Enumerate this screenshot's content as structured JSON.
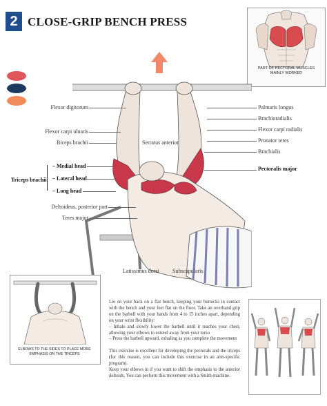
{
  "header": {
    "number": "2",
    "title": "CLOSE-GRIP BENCH PRESS"
  },
  "legend": {
    "colors": [
      "#e0555b",
      "#1c3a5c",
      "#f08c5a"
    ]
  },
  "thumbnail": {
    "caption_line1": "PART OF PECTORAL MUSCLES",
    "caption_line2": "MAINLY WORKED"
  },
  "labels_left": {
    "flexor_digitorum": "Flexor digitorum",
    "flexor_carpi_ulnaris": "Flexor carpi ulnaris",
    "biceps_brachii": "Biceps brachii",
    "triceps_brachii": "Triceps brachii",
    "medial_head": "Medial head",
    "lateral_head": "Lateral head",
    "long_head": "Long head",
    "deltoideus": "Deltoideus, posterior part",
    "teres_major": "Teres major"
  },
  "labels_center": {
    "serratus_anterior": "Serratus anterior",
    "latissimus_dorsi": "Latissimus dorsi",
    "subscapularis": "Subscapularis"
  },
  "labels_right": {
    "palmaris_longus": "Palmaris longus",
    "brachioradialis": "Brachioradialis",
    "flexor_carpi_radialis": "Flexor carpi radialis",
    "pronator_teres": "Pronator teres",
    "brachialis": "Brachialis",
    "pectoralis_major": "Pectoralis major"
  },
  "inset": {
    "caption_line1": "ELBOWS TO THE SIDES TO PLACE MORE",
    "caption_line2": "EMPHASIS ON THE TRICEPS"
  },
  "instructions": {
    "p1": "Lie on your back on a flat bench, keeping your buttocks in contact with the bench and your feet flat on the floor. Take an overhand grip on the barbell with your hands from 4 to 15 inches apart, depending on your wrist flexibility:",
    "p2": "– Inhale and slowly lower the barbell until it reaches your chest, allowing your elbows to extend away from your torso",
    "p3": "– Press the barbell upward, exhaling as you complete the movement",
    "p4": "This exercise is excellent for developing the pectorals and the triceps (for this reason, you can include this exercise in an arm-specific program).",
    "p5": "Keep your elbows in if you want to shift the emphasis to the anterior deltoids. You can perform this movement with a Smith-machine."
  }
}
